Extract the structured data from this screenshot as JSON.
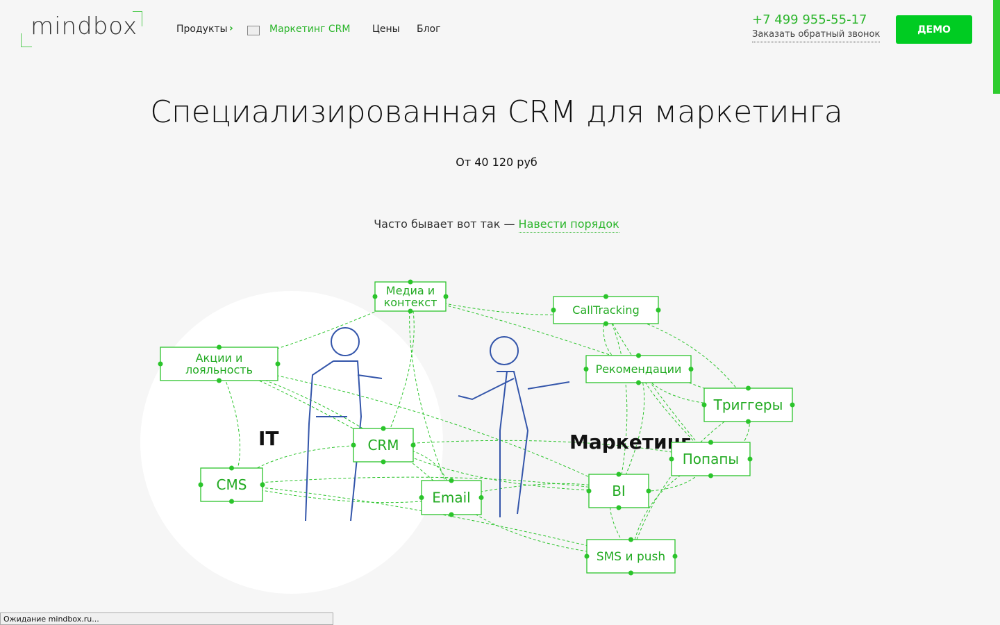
{
  "header": {
    "logo": "mindbox",
    "nav": {
      "products": "Продукты",
      "current": "Маркетинг CRM",
      "prices": "Цены",
      "blog": "Блог"
    },
    "phone": "+7 499 955-55-17",
    "callback": "Заказать обратный звонок",
    "demo": "ДЕМО"
  },
  "hero": {
    "title": "Специализированная CRM для маркетинга",
    "price": "От 40 120 руб",
    "toggle_text": "Часто бывает вот так —",
    "toggle_link": "Навести порядок"
  },
  "diagram": {
    "group_it": "IT",
    "group_marketing": "Маркетинг",
    "nodes": [
      "Медиа и контекст",
      "CallTracking",
      "Акции и лояльность",
      "Рекомендации",
      "Триггеры",
      "CRM",
      "Попапы",
      "CMS",
      "Email",
      "BI",
      "SMS и push"
    ]
  },
  "status_bar": "Ожидание mindbox.ru...",
  "colors": {
    "accent": "#2bb52b",
    "button": "#00cc22"
  }
}
